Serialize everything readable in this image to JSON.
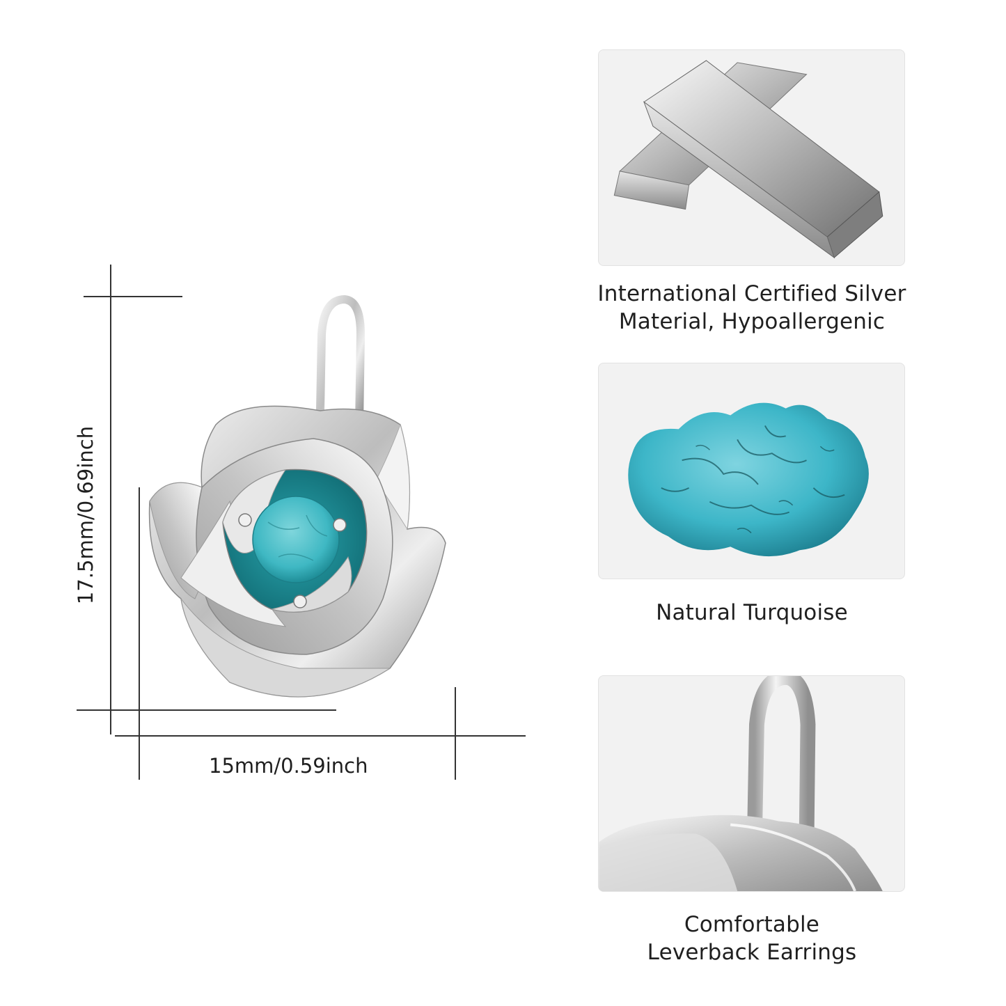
{
  "dimensions": {
    "height_label": "17.5mm/0.69inch",
    "width_label": "15mm/0.59inch"
  },
  "features": [
    {
      "icon": "silver-bars-icon",
      "lines": [
        "International Certified Silver",
        "Material, Hypoallergenic"
      ]
    },
    {
      "icon": "turquoise-stone-icon",
      "lines": [
        "Natural Turquoise"
      ]
    },
    {
      "icon": "leverback-closeup-icon",
      "lines": [
        "Comfortable",
        "Leverback Earrings"
      ]
    }
  ],
  "colors": {
    "silver": "#c9c9c9",
    "turquoise": "#3fb8c3",
    "panel_bg": "#f2f2f2"
  }
}
